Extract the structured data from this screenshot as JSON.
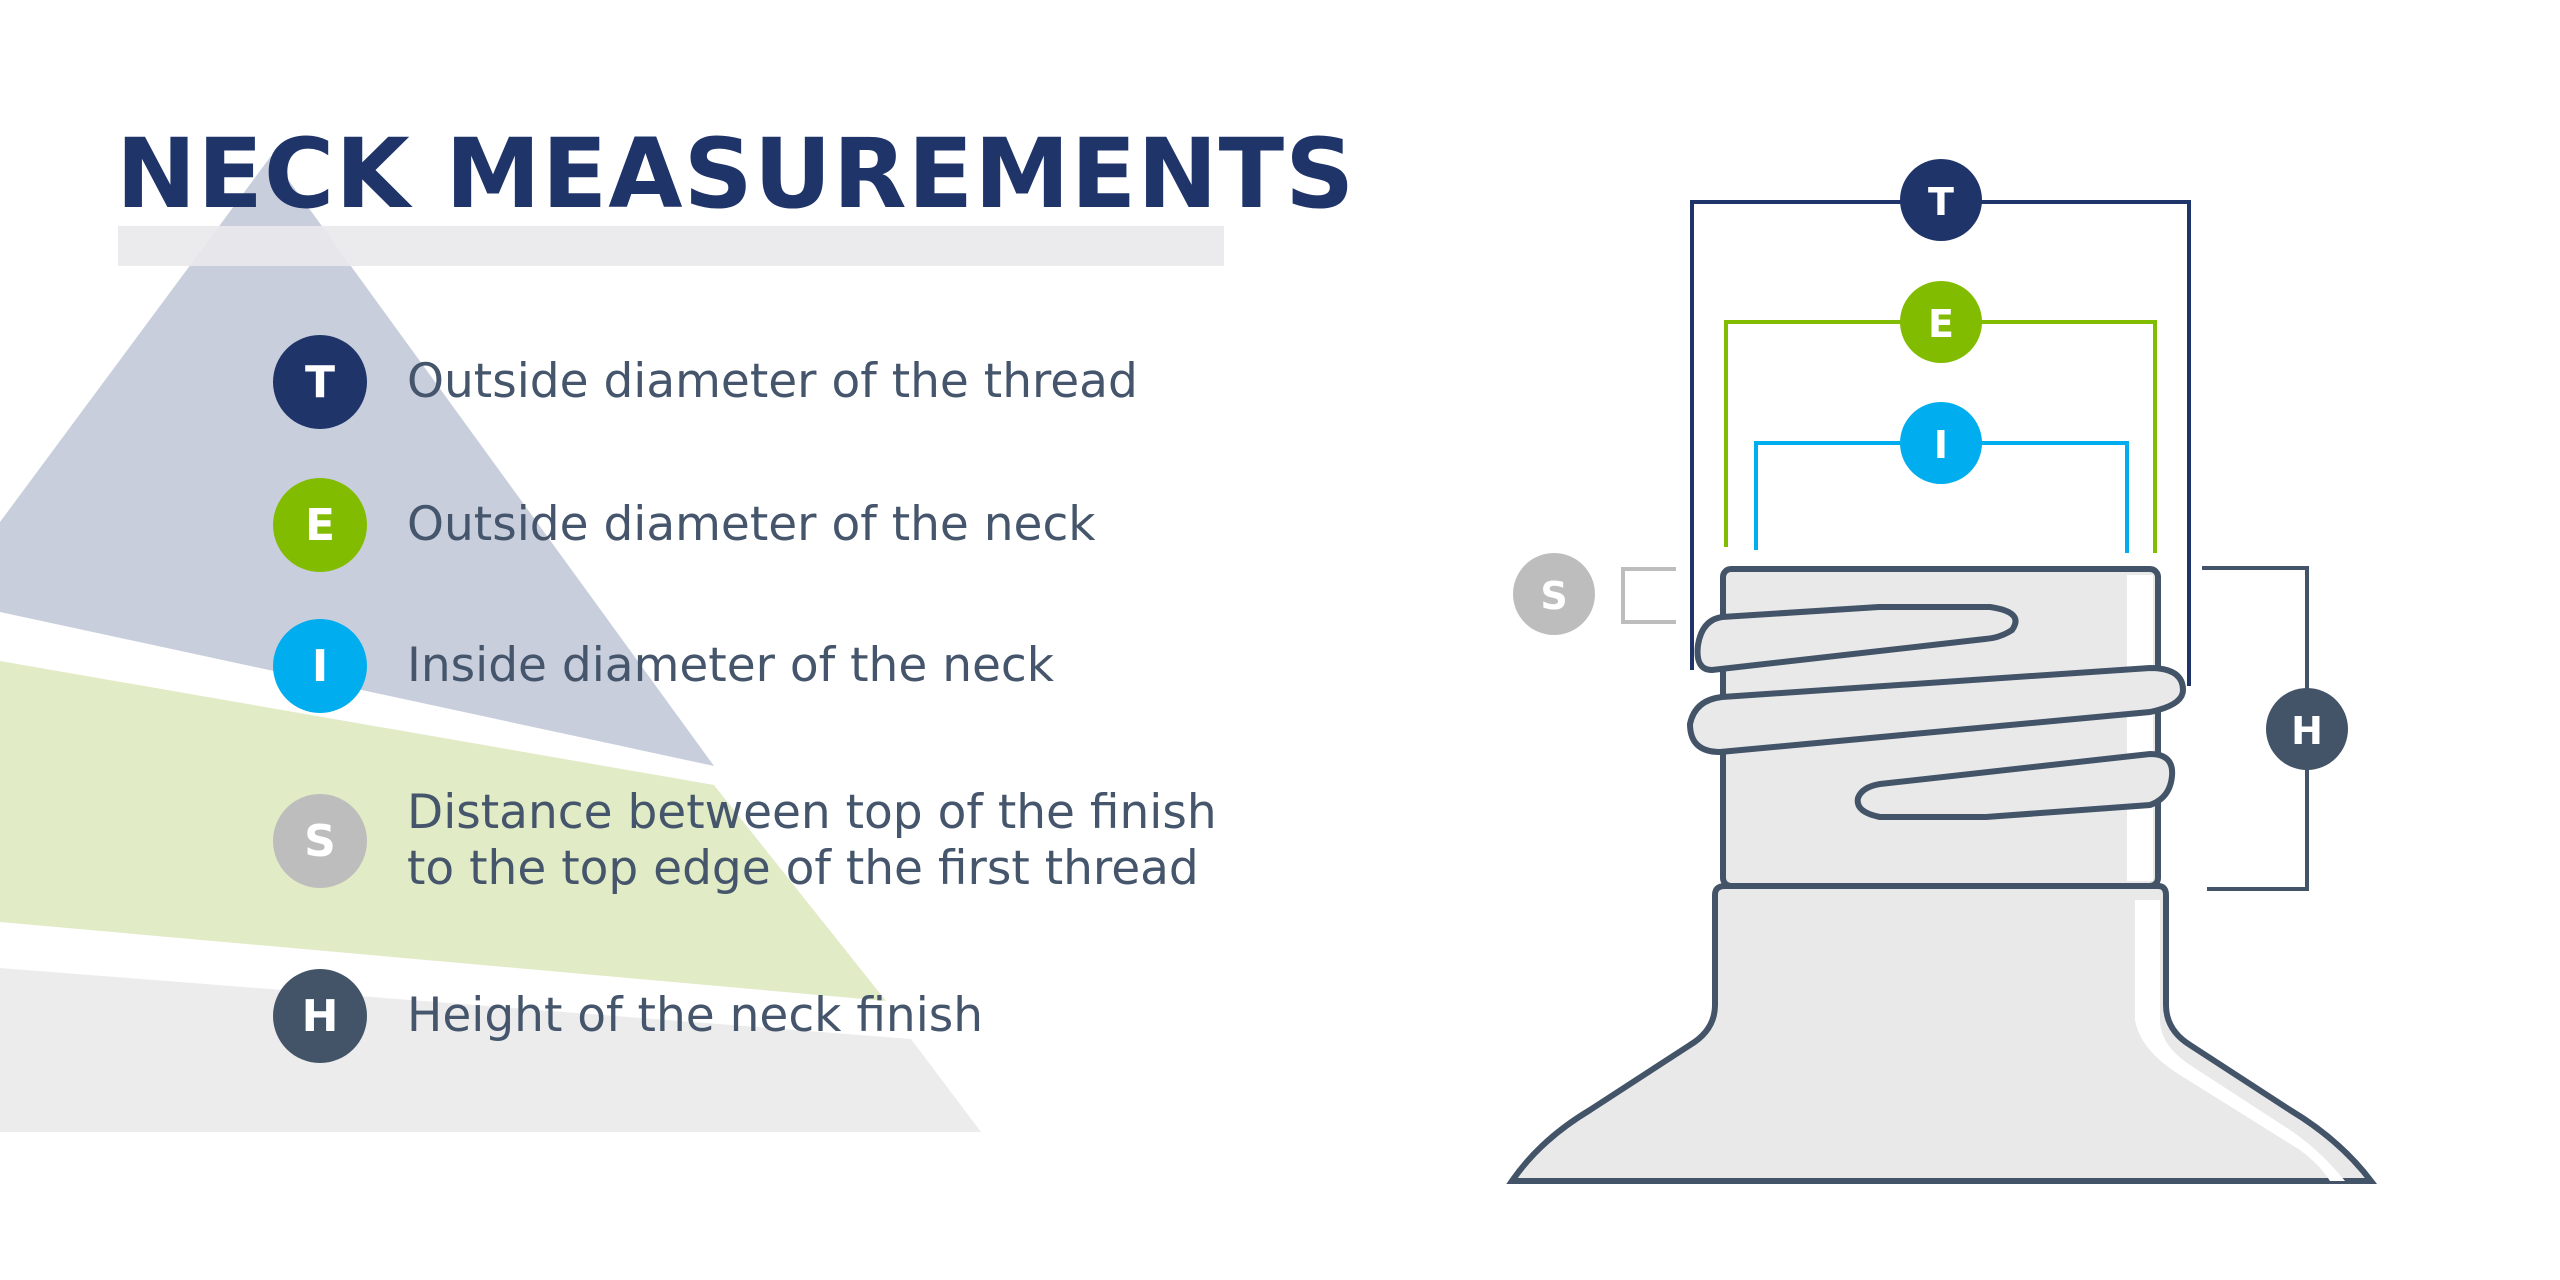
{
  "title": "NECK MEASUREMENTS",
  "colors": {
    "title": "#1f3469",
    "T": "#1f3469",
    "E": "#82bc00",
    "I": "#00aeef",
    "S": "#bdbdbd",
    "H": "#435468",
    "text": "#45556b",
    "bottle_outline": "#435468"
  },
  "legend": [
    {
      "letter": "T",
      "description": "Outside diameter of the thread"
    },
    {
      "letter": "E",
      "description": "Outside diameter of the neck"
    },
    {
      "letter": "I",
      "description": "Inside diameter of the neck"
    },
    {
      "letter": "S",
      "description": "Distance between top of the finish",
      "description_line2": "to the top edge of the first thread"
    },
    {
      "letter": "H",
      "description": "Height of the neck finish"
    }
  ],
  "diagram": {
    "labels": {
      "T": "T",
      "E": "E",
      "I": "I",
      "S": "S",
      "H": "H"
    }
  }
}
